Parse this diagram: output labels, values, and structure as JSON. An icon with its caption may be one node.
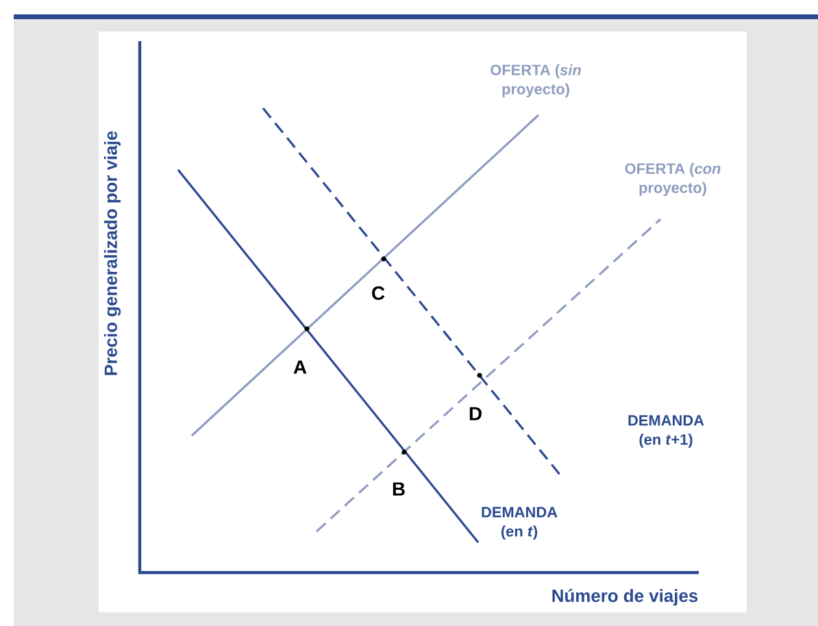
{
  "diagram": {
    "labels": [
      "Precio generalizado por viaje",
      "OFERTA (*sin* proyecto)",
      "OFERTA (*con* proyecto)",
      "C",
      "A",
      "D",
      "DEMANDA (en *t*+1)",
      "B",
      "DEMANDA (en *t*)",
      "Número de viajes"
    ]
  }
}
